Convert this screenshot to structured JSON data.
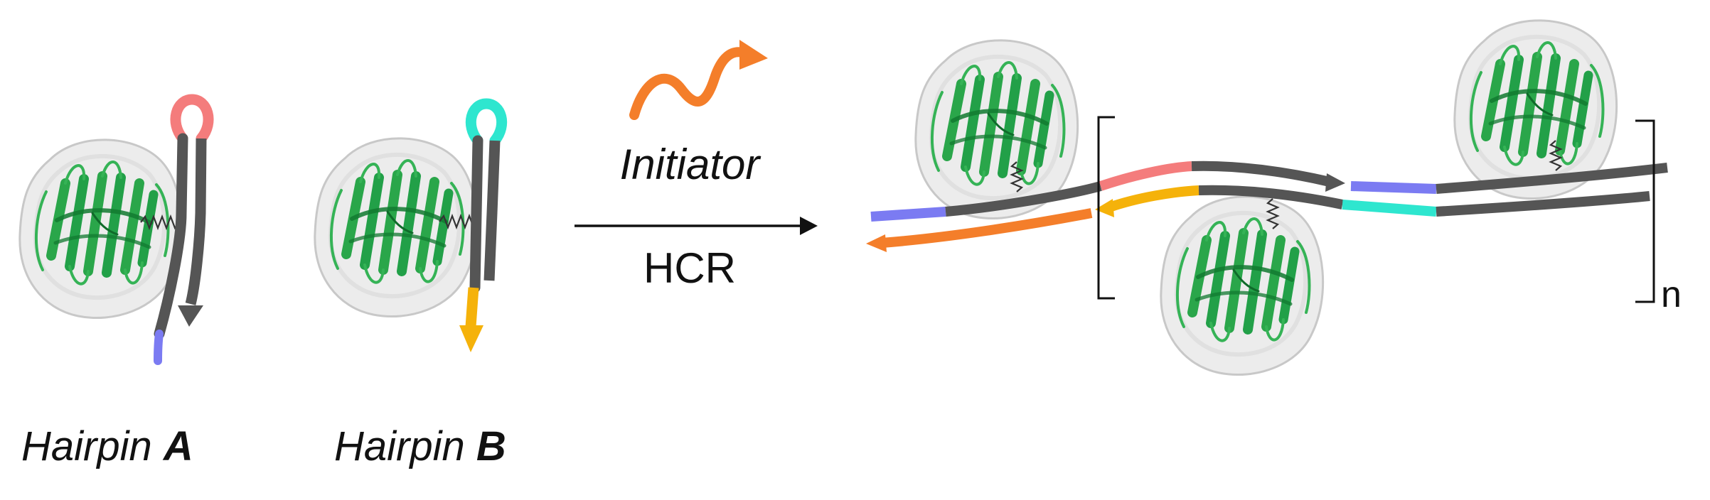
{
  "labels": {
    "hairpin_a_prefix": "Hairpin ",
    "hairpin_a_letter": "A",
    "hairpin_b_prefix": "Hairpin ",
    "hairpin_b_letter": "B",
    "initiator": "Initiator",
    "reaction": "HCR",
    "repeat_subscript": "n"
  },
  "colors": {
    "strand": "#555555",
    "domain_a_loop": "#f47c7c",
    "domain_b_loop": "#2ee6cf",
    "domain_blue": "#7b7bf2",
    "domain_yellow": "#f5b20a",
    "initiator": "#f47e2a",
    "protein": "#2aa64a",
    "protein_dark": "#127a30",
    "surface": "#d8d8d8"
  },
  "icons": {
    "protein": "gfp-ribbon-icon",
    "initiator": "wavy-arrow-icon"
  }
}
